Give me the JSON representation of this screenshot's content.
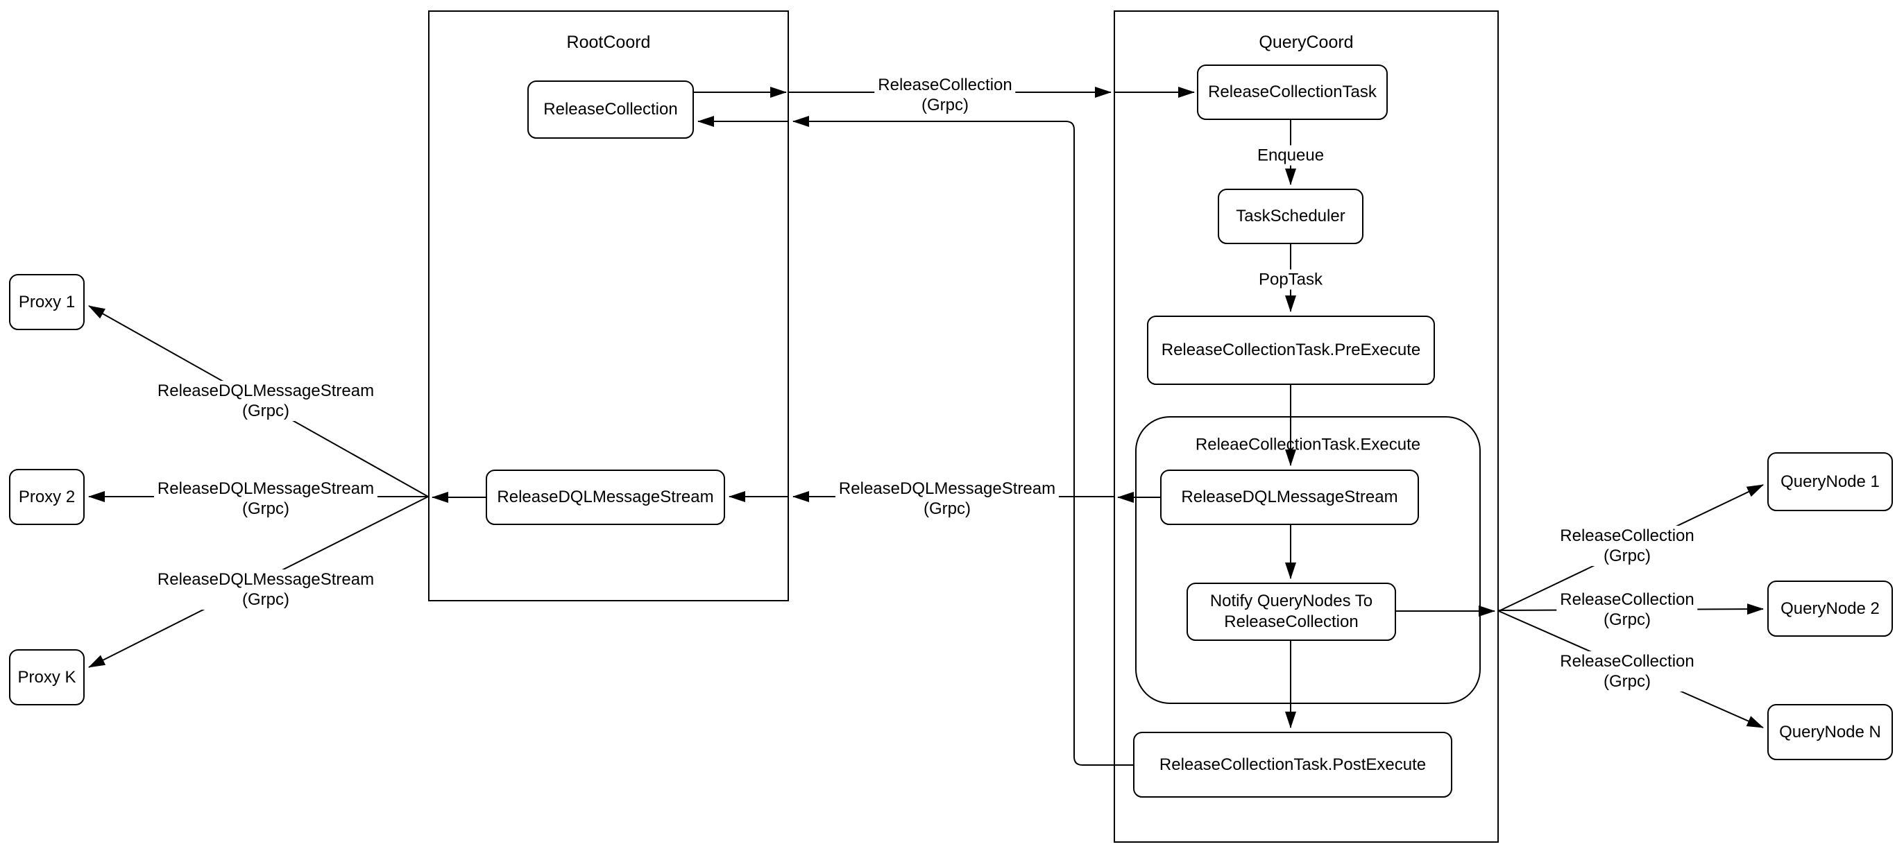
{
  "containers": {
    "rootcoord": {
      "label": "RootCoord"
    },
    "querycoord": {
      "label": "QueryCoord"
    },
    "execute_group": {
      "label": "ReleaeCollectionTask.Execute"
    }
  },
  "nodes": {
    "proxy1": {
      "label": "Proxy 1"
    },
    "proxy2": {
      "label": "Proxy 2"
    },
    "proxyk": {
      "label": "Proxy K"
    },
    "release_collection": {
      "label": "ReleaseCollection"
    },
    "root_stream": {
      "label": "ReleaseDQLMessageStream"
    },
    "rc_task": {
      "label": "ReleaseCollectionTask"
    },
    "task_scheduler": {
      "label": "TaskScheduler"
    },
    "pre_execute": {
      "label": "ReleaseCollectionTask.PreExecute"
    },
    "exec_stream": {
      "label": "ReleaseDQLMessageStream"
    },
    "notify": {
      "line1": "Notify QueryNodes To",
      "line2": "ReleaseCollection"
    },
    "post_execute": {
      "label": "ReleaseCollectionTask.PostExecute"
    },
    "querynode1": {
      "label": "QueryNode 1"
    },
    "querynode2": {
      "label": "QueryNode 2"
    },
    "querynoden": {
      "label": "QueryNode N"
    }
  },
  "edge_labels": {
    "enqueue": {
      "label": "Enqueue"
    },
    "poptask": {
      "label": "PopTask"
    },
    "grpc_collection": {
      "line1": "ReleaseCollection",
      "line2": "(Grpc)"
    },
    "grpc_stream": {
      "line1": "ReleaseDQLMessageStream",
      "line2": "(Grpc)"
    }
  },
  "colors": {
    "stroke": "#000000",
    "background": "#ffffff"
  }
}
